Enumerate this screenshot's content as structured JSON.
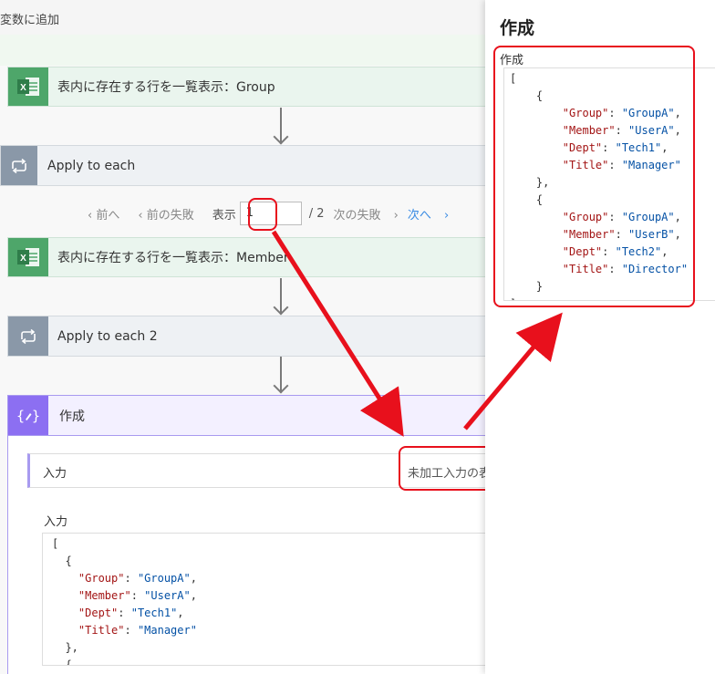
{
  "top": {
    "label": "変数に追加"
  },
  "steps": {
    "list_group": "表内に存在する行を一覧表示：Group",
    "apply_each": "Apply to each",
    "list_member": "表内に存在する行を一覧表示：Member",
    "apply_each2": "Apply to each 2",
    "compose": "作成"
  },
  "pager": {
    "prev": "前へ",
    "prev_fail": "前の失敗",
    "show": "表示",
    "value": "1",
    "total": "/ 2",
    "next_fail": "次の失敗",
    "next": "次へ"
  },
  "compose_body": {
    "param_label": "入力",
    "raw_inputs": "未加工入力の表",
    "input_heading": "入力"
  },
  "panel": {
    "title": "作成",
    "label": "作成"
  },
  "json_preview": [
    "[",
    "  {",
    "    \"Group\": \"GroupA\",",
    "    \"Member\": \"UserA\",",
    "    \"Dept\": \"Tech1\",",
    "    \"Title\": \"Manager\"",
    "  },",
    "  {"
  ],
  "json_panel": [
    "[",
    "    {",
    "        \"Group\": \"GroupA\",",
    "        \"Member\": \"UserA\",",
    "        \"Dept\": \"Tech1\",",
    "        \"Title\": \"Manager\"",
    "    },",
    "    {",
    "        \"Group\": \"GroupA\",",
    "        \"Member\": \"UserB\",",
    "        \"Dept\": \"Tech2\",",
    "        \"Title\": \"Director\"",
    "    }",
    "]"
  ],
  "colors": {
    "excel": "#4ea66a",
    "loop": "#8a98a8",
    "compose": "#8c6ff2",
    "highlight": "#e8101c",
    "link": "#3a8be3"
  }
}
